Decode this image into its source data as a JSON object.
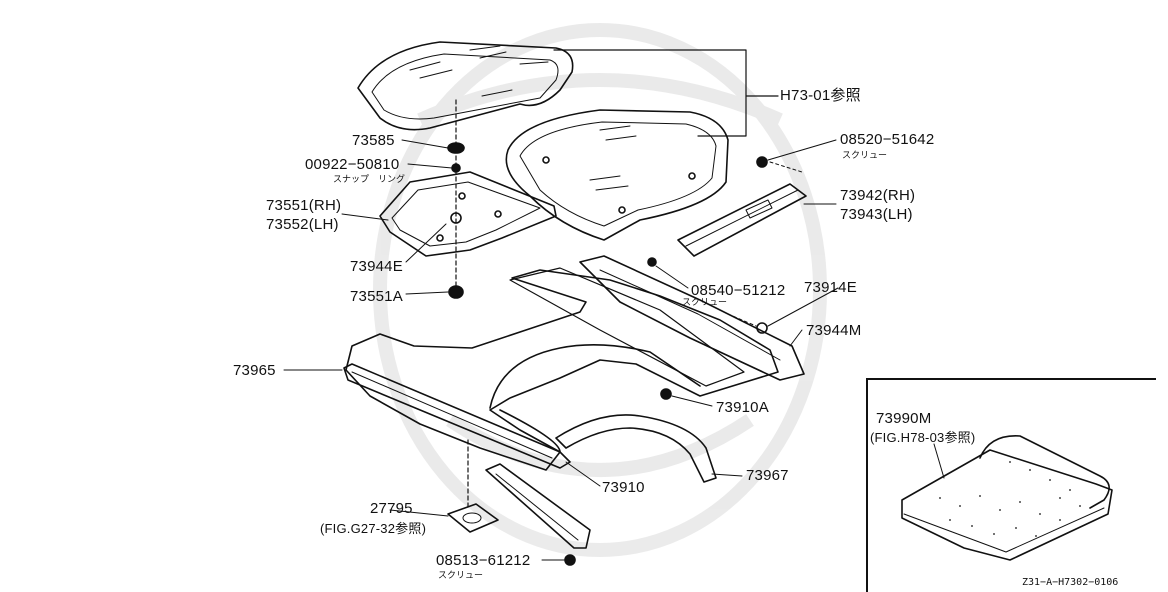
{
  "labels": {
    "h7301": "H73-01参照",
    "p73585": "73585",
    "p00922": "00922−50810",
    "p00922_sub": "スナップ　リング",
    "p73551": "73551(RH)",
    "p73552": "73552(LH)",
    "p73944e": "73944E",
    "p73551a": "73551A",
    "p73965": "73965",
    "p08520": "08520−51642",
    "p08520_sub": "スクリュー",
    "p73942": "73942(RH)",
    "p73943": "73943(LH)",
    "p08540": "08540−51212",
    "p08540_sub": "スクリュー",
    "p73914e": "73914E",
    "p73944m": "73944M",
    "p73910a": "73910A",
    "p73910": "73910",
    "p73967": "73967",
    "p27795": "27795",
    "p27795_ref": "(FIG.G27-32参照)",
    "p08513": "08513−61212",
    "p08513_sub": "スクリュー",
    "p73990m": "73990M",
    "p73990m_ref": "(FIG.H78-03参照)",
    "drawing_code": "Z31−A−H7302−0106"
  },
  "colors": {
    "ink": "#111111",
    "paper": "#ffffff",
    "watermark": "#e6e6e6"
  }
}
